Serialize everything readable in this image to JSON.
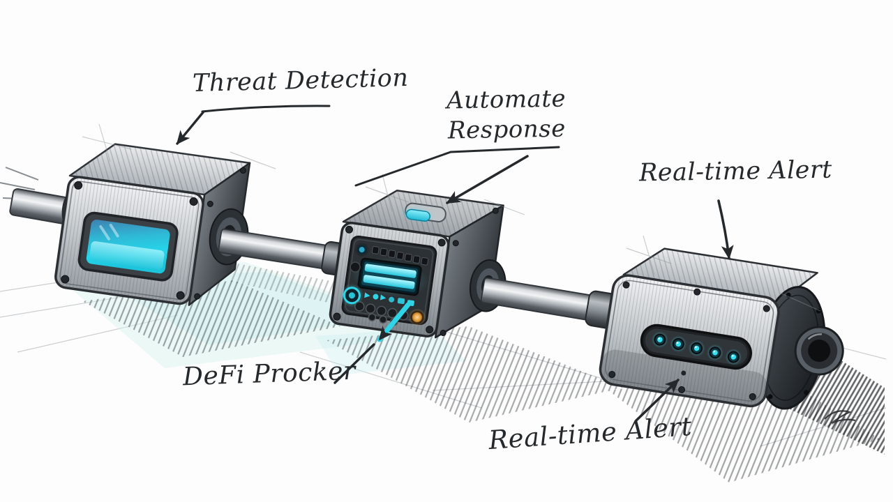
{
  "scene": {
    "style": "hand-drawn pencil sketch pipeline on white paper",
    "labels": {
      "threat_detection": "Threat Detection",
      "automate_line1": "Automate",
      "automate_line2": "Response",
      "real_time_alert_top": "Real-time Alert",
      "defi_procker": "DeFi Procker",
      "real_time_alert_bottom": "Real-time Alert"
    },
    "devices": [
      {
        "id": "threat-detection-module",
        "form": "riveted metal box",
        "feature": "glowing cyan display window"
      },
      {
        "id": "automate-response-module",
        "form": "riveted control box",
        "feature": "keypad row, twin cyan display bars, cyan knob, amber button, cyan pill button on top"
      },
      {
        "id": "real-time-alert-module",
        "form": "riveted metal cylinder",
        "feature": "five cyan indicator LEDs and front lens"
      }
    ],
    "connections": [
      {
        "from": "threat-detection-module",
        "to": "automate-response-module",
        "type": "metal pipe"
      },
      {
        "from": "automate-response-module",
        "to": "real-time-alert-module",
        "type": "metal pipe"
      }
    ],
    "colors": {
      "ink": "#26292c",
      "cyan_glow": "#2fd4e6",
      "cyan_deep": "#1497c0",
      "screen_blue": "#3f7fae",
      "amber": "#e09a3a",
      "metal_light": "#f1f2f3",
      "metal_dark": "#3c4147",
      "floor_tint": "#d8f2ee"
    }
  }
}
